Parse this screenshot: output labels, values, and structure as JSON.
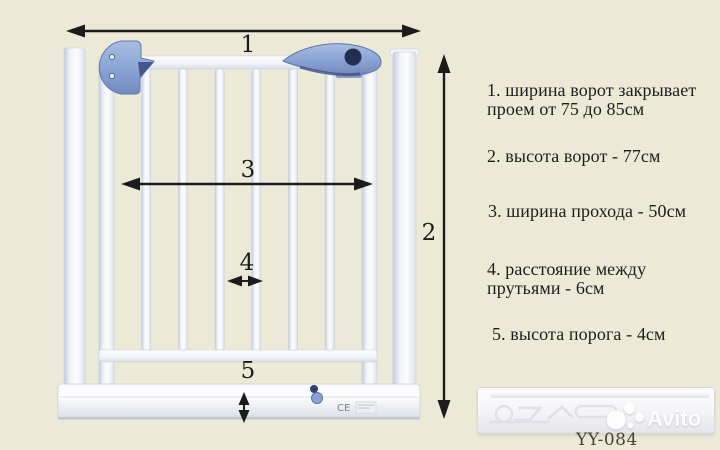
{
  "page": {
    "background": "#ede9d7"
  },
  "diagram": {
    "dimension_labels": {
      "d1": "1",
      "d2": "2",
      "d3": "3",
      "d4": "4",
      "d5": "5"
    },
    "ce_mark": "CE",
    "colors": {
      "hardware_blue": "#8ca5d5",
      "metal_white": "#f5f7fa",
      "arrow_black": "#1b1b1b",
      "background_cream": "#ede9d7"
    }
  },
  "specs": {
    "items": [
      {
        "lines": [
          "1. ширина ворот закрывает",
          "проем от 75 до 85см"
        ]
      },
      {
        "lines": [
          "2. высота ворот - 77см"
        ]
      },
      {
        "lines": [
          "3. ширина прохода - 50см"
        ]
      },
      {
        "lines": [
          "4. расстояние между",
          "прутьями - 6см"
        ]
      },
      {
        "lines": [
          "5. высота порога - 4см"
        ]
      }
    ],
    "values": {
      "opening_width_cm": "75–85",
      "gate_height_cm": "77",
      "passage_width_cm": "50",
      "bar_spacing_cm": "6",
      "threshold_height_cm": "4"
    }
  },
  "watermark": {
    "brand": "Avito"
  },
  "footer": {
    "model_code": "YY-084"
  }
}
